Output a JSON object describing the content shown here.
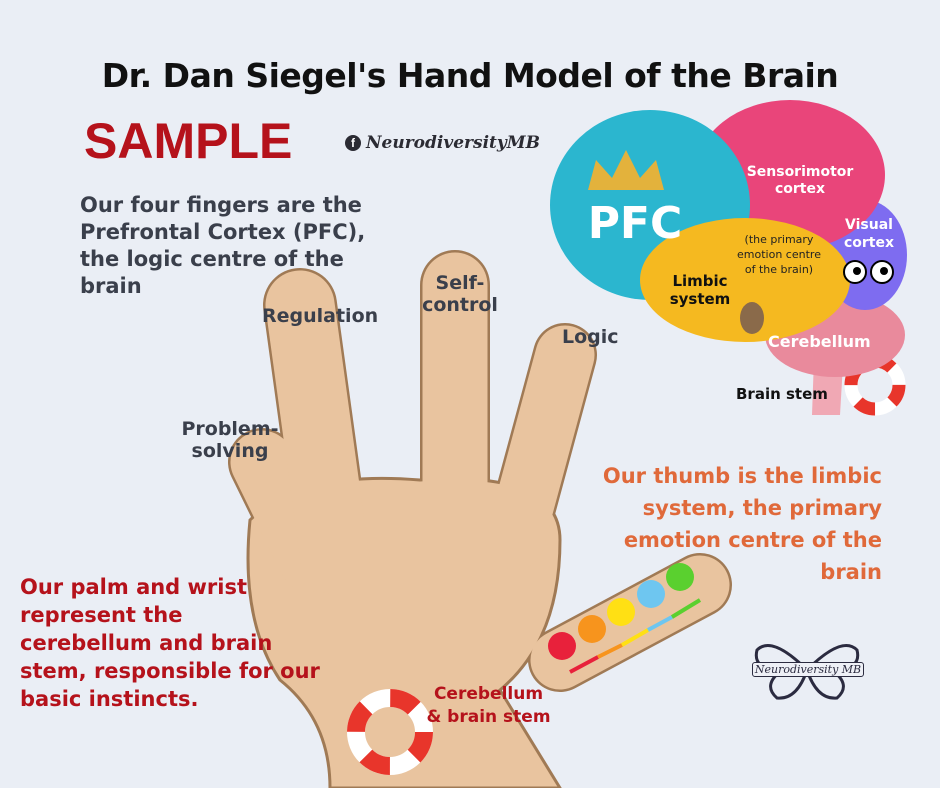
{
  "title": "Dr. Dan Siegel's Hand Model of the Brain",
  "watermark": "SAMPLE",
  "facebook_handle": "NeurodiversityMB",
  "intro_text": "Our four fingers are the Prefrontal Cortex (PFC), the logic centre of the brain",
  "finger_labels": {
    "index": "Problem-solving",
    "middle": "Regulation",
    "ring": "Self-control",
    "pinky": "Logic"
  },
  "thumb_text": "Our thumb is the limbic system, the primary emotion centre of the brain",
  "palm_text": "Our palm and wrist represent the cerebellum and brain stem, responsible for our basic instincts.",
  "palm_label": "Cerebellum & brain stem",
  "brain_labels": {
    "pfc": "PFC",
    "sensorimotor": "Sensorimotor cortex",
    "visual": "Visual cortex",
    "limbic": "Limbic system",
    "limbic_note": "(the primary emotion centre of the brain)",
    "cerebellum": "Cerebellum",
    "brain_stem": "Brain stem"
  },
  "logo_text": "Neurodiversity MB",
  "colors": {
    "skin": "#e9c49f",
    "pfc": "#2bb6cf",
    "sensorimotor": "#e9457a",
    "visual": "#7e6cf0",
    "limbic": "#f5b920",
    "cerebellum": "#e98a9c",
    "emotion_scale": [
      "#e8213b",
      "#f7941d",
      "#ffe014",
      "#6ec6f0",
      "#5ad02f"
    ]
  }
}
